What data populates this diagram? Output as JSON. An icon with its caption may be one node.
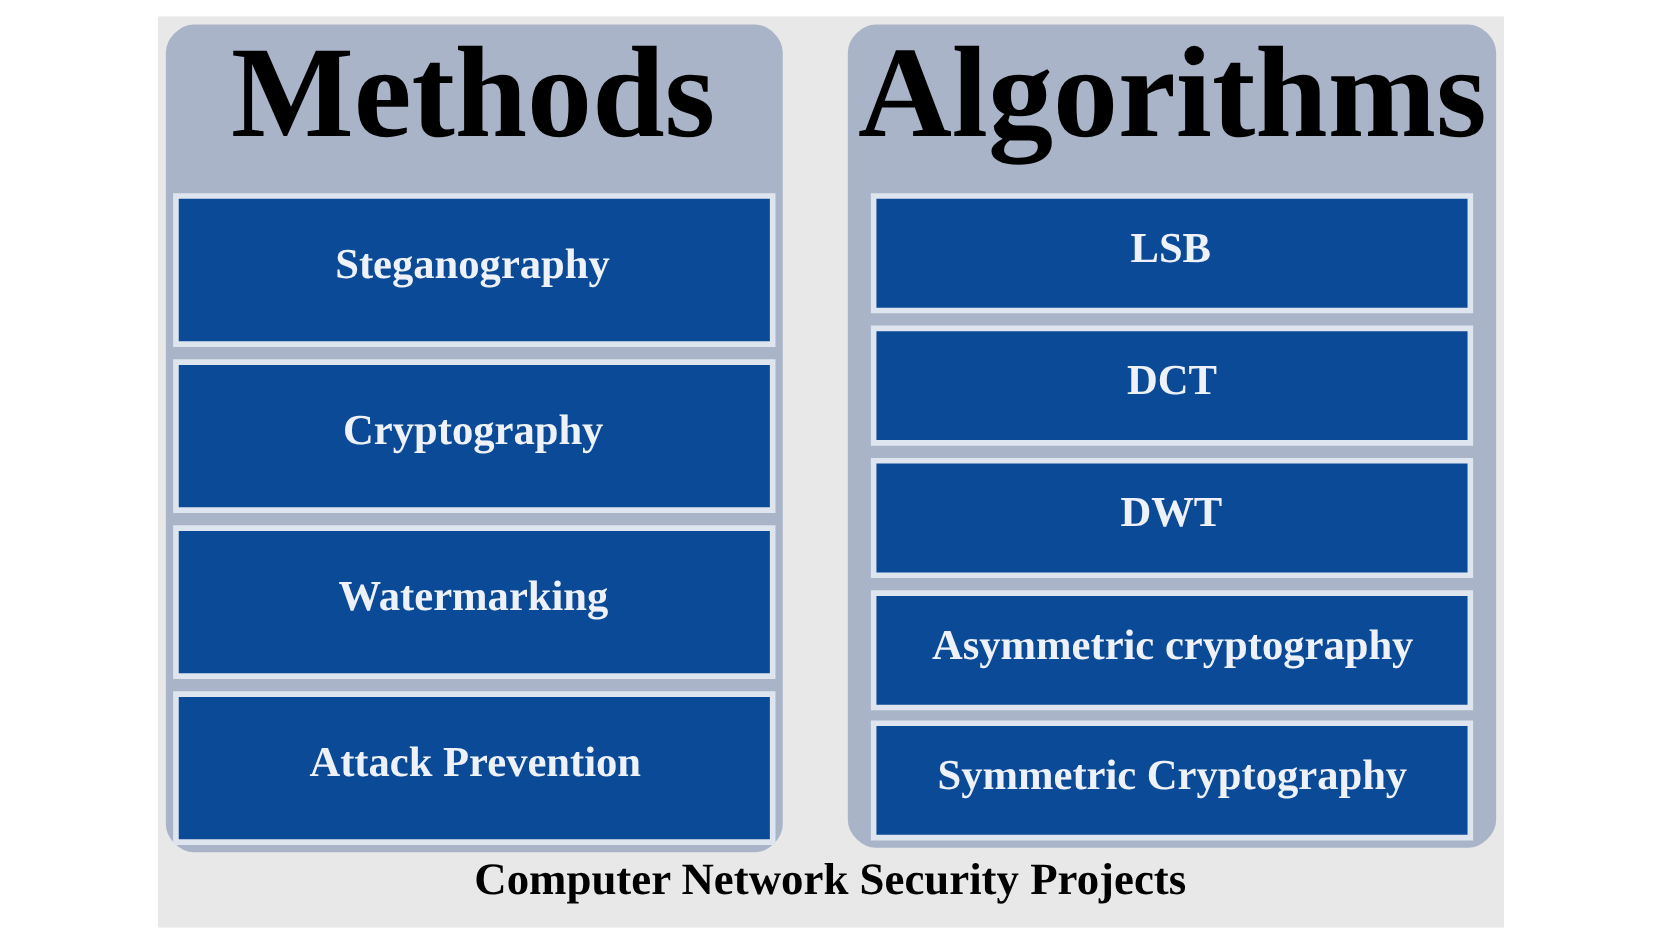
{
  "diagram": {
    "caption": "Computer Network Security Projects",
    "nodes": [
      {
        "text": [
          "Methods"
        ]
      },
      {
        "text": [
          "Steganography"
        ],
        "in": 0
      },
      {
        "text": [
          "Cryptography"
        ],
        "in": 0
      },
      {
        "text": [
          "Watermarking"
        ],
        "in": 0
      },
      {
        "text": [
          "Attack Prevention"
        ],
        "in": 0
      },
      {
        "text": [
          "Algorithms"
        ]
      },
      {
        "text": [
          "LSB"
        ],
        "in": 5
      },
      {
        "text": [
          "DCT"
        ],
        "in": 5
      },
      {
        "text": [
          "DWT"
        ],
        "in": 5
      },
      {
        "text": [
          "Asymmetric cryptography"
        ],
        "in": 5
      },
      {
        "text": [
          "Symmetric Cryptography"
        ],
        "in": 5
      }
    ]
  }
}
